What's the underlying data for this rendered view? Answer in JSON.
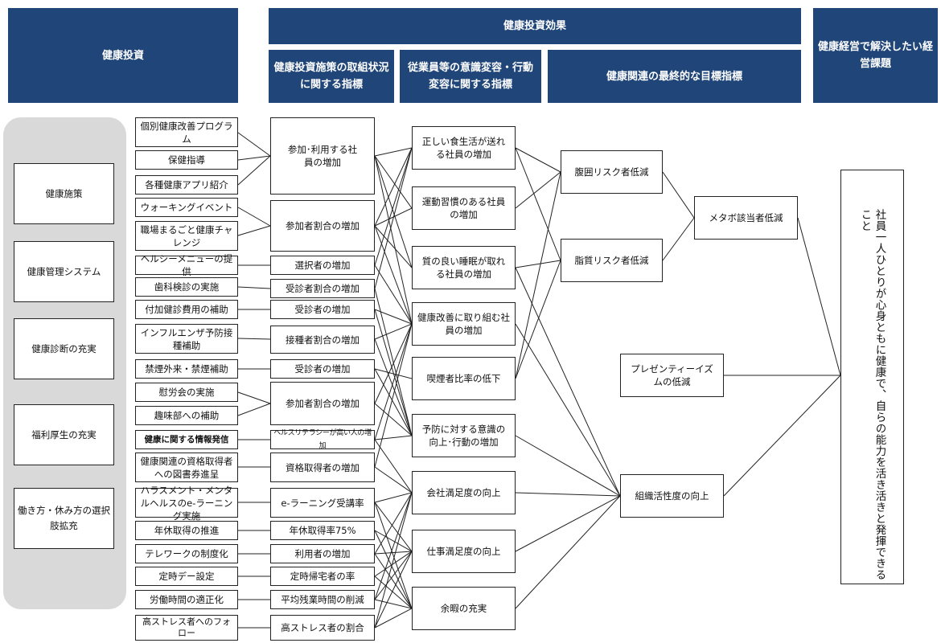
{
  "headers": {
    "investment": "健康投資",
    "effects": "健康投資効果",
    "effects_col1": "健康投資施策の取組状況に関する指標",
    "effects_col2": "従業員等の意識変容・行動変容に関する指標",
    "effects_col3": "健康関連の最終的な目標指標",
    "issues": "健康経営で解決したい経営課題"
  },
  "categories": [
    "健康施策",
    "健康管理システム",
    "健康診断の充実",
    "福利厚生の充実",
    "働き方・休み方の選択肢拡充"
  ],
  "measures": [
    "個別健康改善プログラム",
    "保健指導",
    "各種健康アプリ紹介",
    "ウォーキングイベント",
    "職場まるごと健康チャレンジ",
    "ヘルシーメニューの提供",
    "歯科検診の実施",
    "付加健診費用の補助",
    "インフルエンザ予防接種補助",
    "禁煙外来・禁煙補助",
    "慰労会の実施",
    "趣味部への補助",
    "健康に関する情報発信",
    "健康関連の資格取得者への図書券進呈",
    "ハラスメント・メンタルヘルスのe-ラーニング実施",
    "年休取得の推進",
    "テレワークの制度化",
    "定時デー設定",
    "労働時間の適正化",
    "高ストレス者へのフォロー"
  ],
  "indicators": [
    "参加･利用する社員の増加",
    "参加者割合の増加",
    "選択者の増加",
    "受診者割合の増加",
    "受診者の増加",
    "接種者割合の増加",
    "受診者の増加",
    "参加者割合の増加",
    "ヘルスリテラシーが高い人の増加",
    "資格取得者の増加",
    "e-ラーニング受講率",
    "年休取得率75%",
    "利用者の増加",
    "定時帰宅者の率",
    "平均残業時間の削減",
    "高ストレス者の割合"
  ],
  "behaviors": [
    "正しい食生活が送れる社員の増加",
    "運動習慣のある社員の増加",
    "質の良い睡眠が取れる社員の増加",
    "健康改善に取り組む社員の増加",
    "喫煙者比率の低下",
    "予防に対する意識の向上･行動の増加",
    "会社満足度の向上",
    "仕事満足度の向上",
    "余暇の充実"
  ],
  "goals": [
    "腹囲リスク者低減",
    "脂質リスク者低減",
    "メタボ該当者低減",
    "プレゼンティーイズムの低減",
    "組織活性度の向上"
  ],
  "final": "社員一人ひとりが心身ともに健康で、自らの能力を活き活きと発揮できること"
}
